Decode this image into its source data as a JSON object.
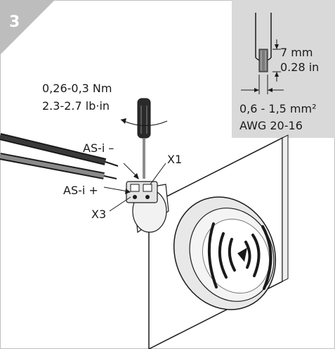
{
  "step": {
    "number": "3"
  },
  "torque": {
    "metric": "0,26-0,3 Nm",
    "imperial": "2.3-2.7 lb·in"
  },
  "wires": {
    "neg_label": "AS-i –",
    "pos_label": "AS-i +"
  },
  "terminals": {
    "x1": "X1",
    "x3": "X3"
  },
  "strip_detail": {
    "length_mm": "7 mm",
    "length_in": "0.28 in",
    "cross_section": "0,6 - 1,5 mm²",
    "awg": "AWG 20-16"
  },
  "colors": {
    "panel": "#d9d9d9",
    "badge": "#bdbdbd",
    "line": "#1a1a1a"
  }
}
